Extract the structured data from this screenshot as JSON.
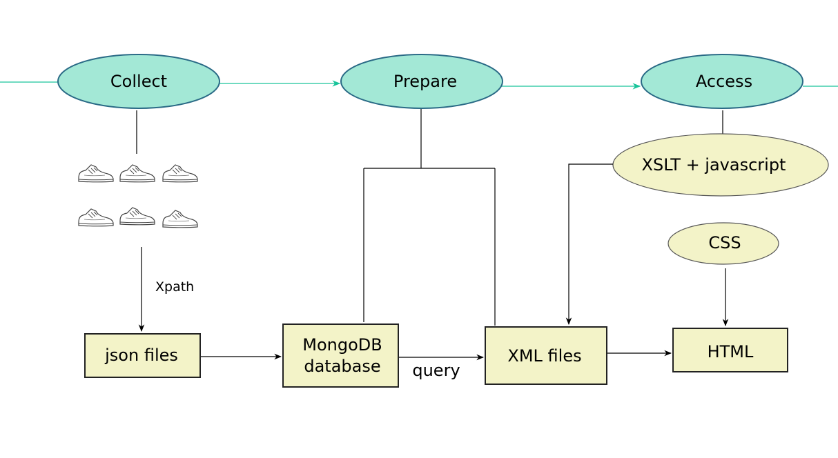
{
  "colors": {
    "stage_fill": "#a3e8d6",
    "stage_stroke": "#2a6a86",
    "flow_line": "#19c49a",
    "box_fill": "#f3f3c8",
    "box_stroke": "#222222",
    "tool_fill": "#f3f3c8",
    "tool_stroke": "#555555",
    "connector": "#000000"
  },
  "stages": {
    "collect": "Collect",
    "prepare": "Prepare",
    "access": "Access"
  },
  "tools": {
    "xslt": "XSLT + javascript",
    "css": "CSS"
  },
  "boxes": {
    "json": [
      "json files"
    ],
    "mongodb": [
      "MongoDB",
      "database"
    ],
    "xml": [
      "XML files"
    ],
    "html": [
      "HTML"
    ]
  },
  "edge_labels": {
    "xpath": "Xpath",
    "query": "query"
  },
  "icons": [
    "sneaker-icon",
    "sneaker-icon",
    "sneaker-icon",
    "sneaker-icon",
    "sneaker-icon",
    "sneaker-icon"
  ]
}
